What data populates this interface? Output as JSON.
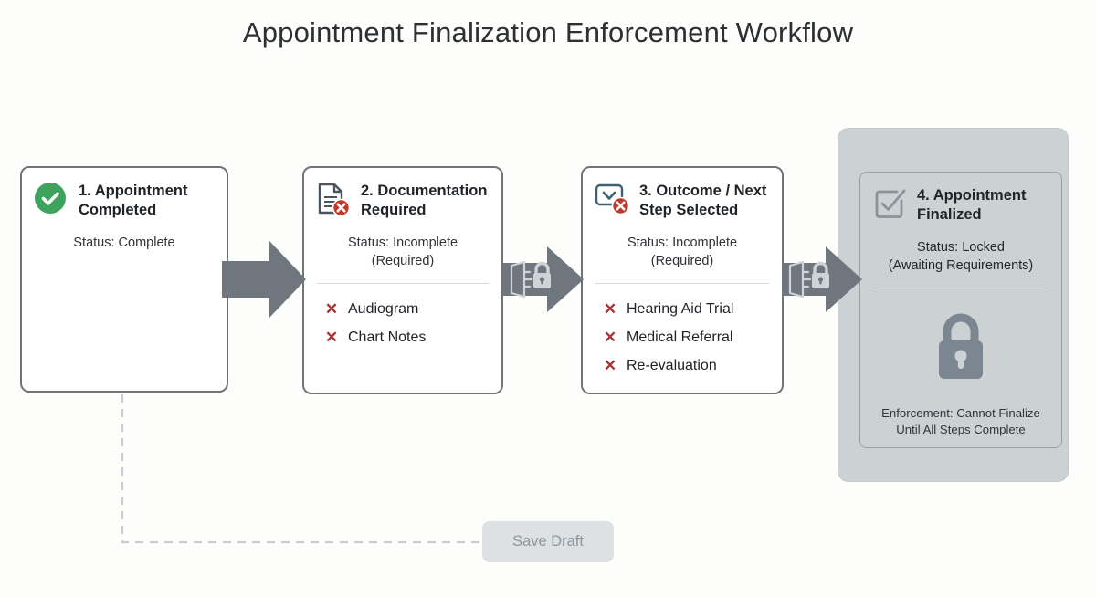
{
  "title": "Appointment Finalization Enforcement Workflow",
  "colors": {
    "background": "#fdfdfc",
    "card_border": "#6e7478",
    "arrow": "#70767e",
    "complete_green": "#3da35d",
    "error_red": "#c0392b",
    "x_red": "#a93232",
    "locked_panel": "#ccd1d4",
    "lock_gray": "#7c8690",
    "draft_button_bg": "#dde1e3",
    "draft_button_text": "#8d969c"
  },
  "steps": [
    {
      "icon": "check-circle-icon",
      "title": "1. Appointment Completed",
      "status": "Status: Complete",
      "requirements": []
    },
    {
      "icon": "document-error-icon",
      "title": "2. Documentation Required",
      "status": "Status: Incomplete\n(Required)",
      "status_line1": "Status: Incomplete",
      "status_line2": "(Required)",
      "requirements": [
        "Audiogram",
        "Chart Notes"
      ]
    },
    {
      "icon": "select-dropdown-error-icon",
      "title": "3. Outcome / Next Step Selected",
      "status_line1": "Status: Incomplete",
      "status_line2": "(Required)",
      "requirements": [
        "Hearing Aid Trial",
        "Medical Referral",
        "Re-evaluation"
      ]
    },
    {
      "icon": "checkbox-checked-icon",
      "title": "4. Appointment Finalized",
      "status_line1": "Status: Locked",
      "status_line2": "(Awaiting Requirements)",
      "lock_icon": "padlock-icon",
      "enforcement_line1": "Enforcement: Cannot Finalize",
      "enforcement_line2": "Until All Steps Complete"
    }
  ],
  "connectors": [
    {
      "name": "arrow-step1-to-step2",
      "icon": null
    },
    {
      "name": "arrow-step2-to-step3",
      "icon": "gate-lock-icon"
    },
    {
      "name": "arrow-step3-to-step4",
      "icon": "gate-lock-icon"
    }
  ],
  "draft": {
    "button_label": "Save Draft",
    "connector": "dashed-arrow-from-step1"
  },
  "x_glyph": "✕"
}
